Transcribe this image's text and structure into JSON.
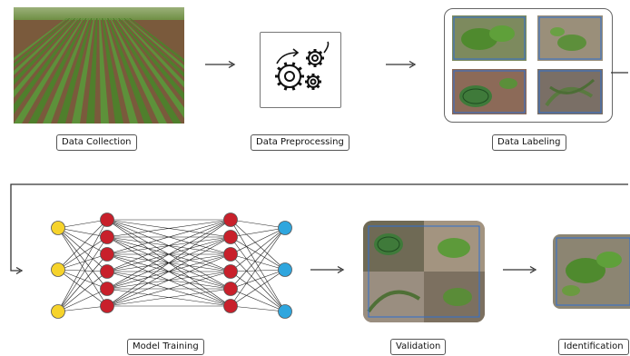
{
  "steps": {
    "data_collection": "Data Collection",
    "data_preprocessing": "Data Preprocessing",
    "data_labeling": "Data Labeling",
    "model_training": "Model Training",
    "validation": "Validation",
    "identification": "Identification"
  },
  "icons": {
    "preprocessing": "gears-icon",
    "arrow": "arrow-right-icon"
  },
  "colors": {
    "input_node": "#f6d32b",
    "hidden_node": "#c8202b",
    "output_node": "#2fa6de",
    "arrow": "#333333",
    "field_green": "#5e8c3a",
    "soil": "#8a6a4a"
  },
  "network": {
    "layers": [
      3,
      6,
      6,
      3
    ]
  }
}
